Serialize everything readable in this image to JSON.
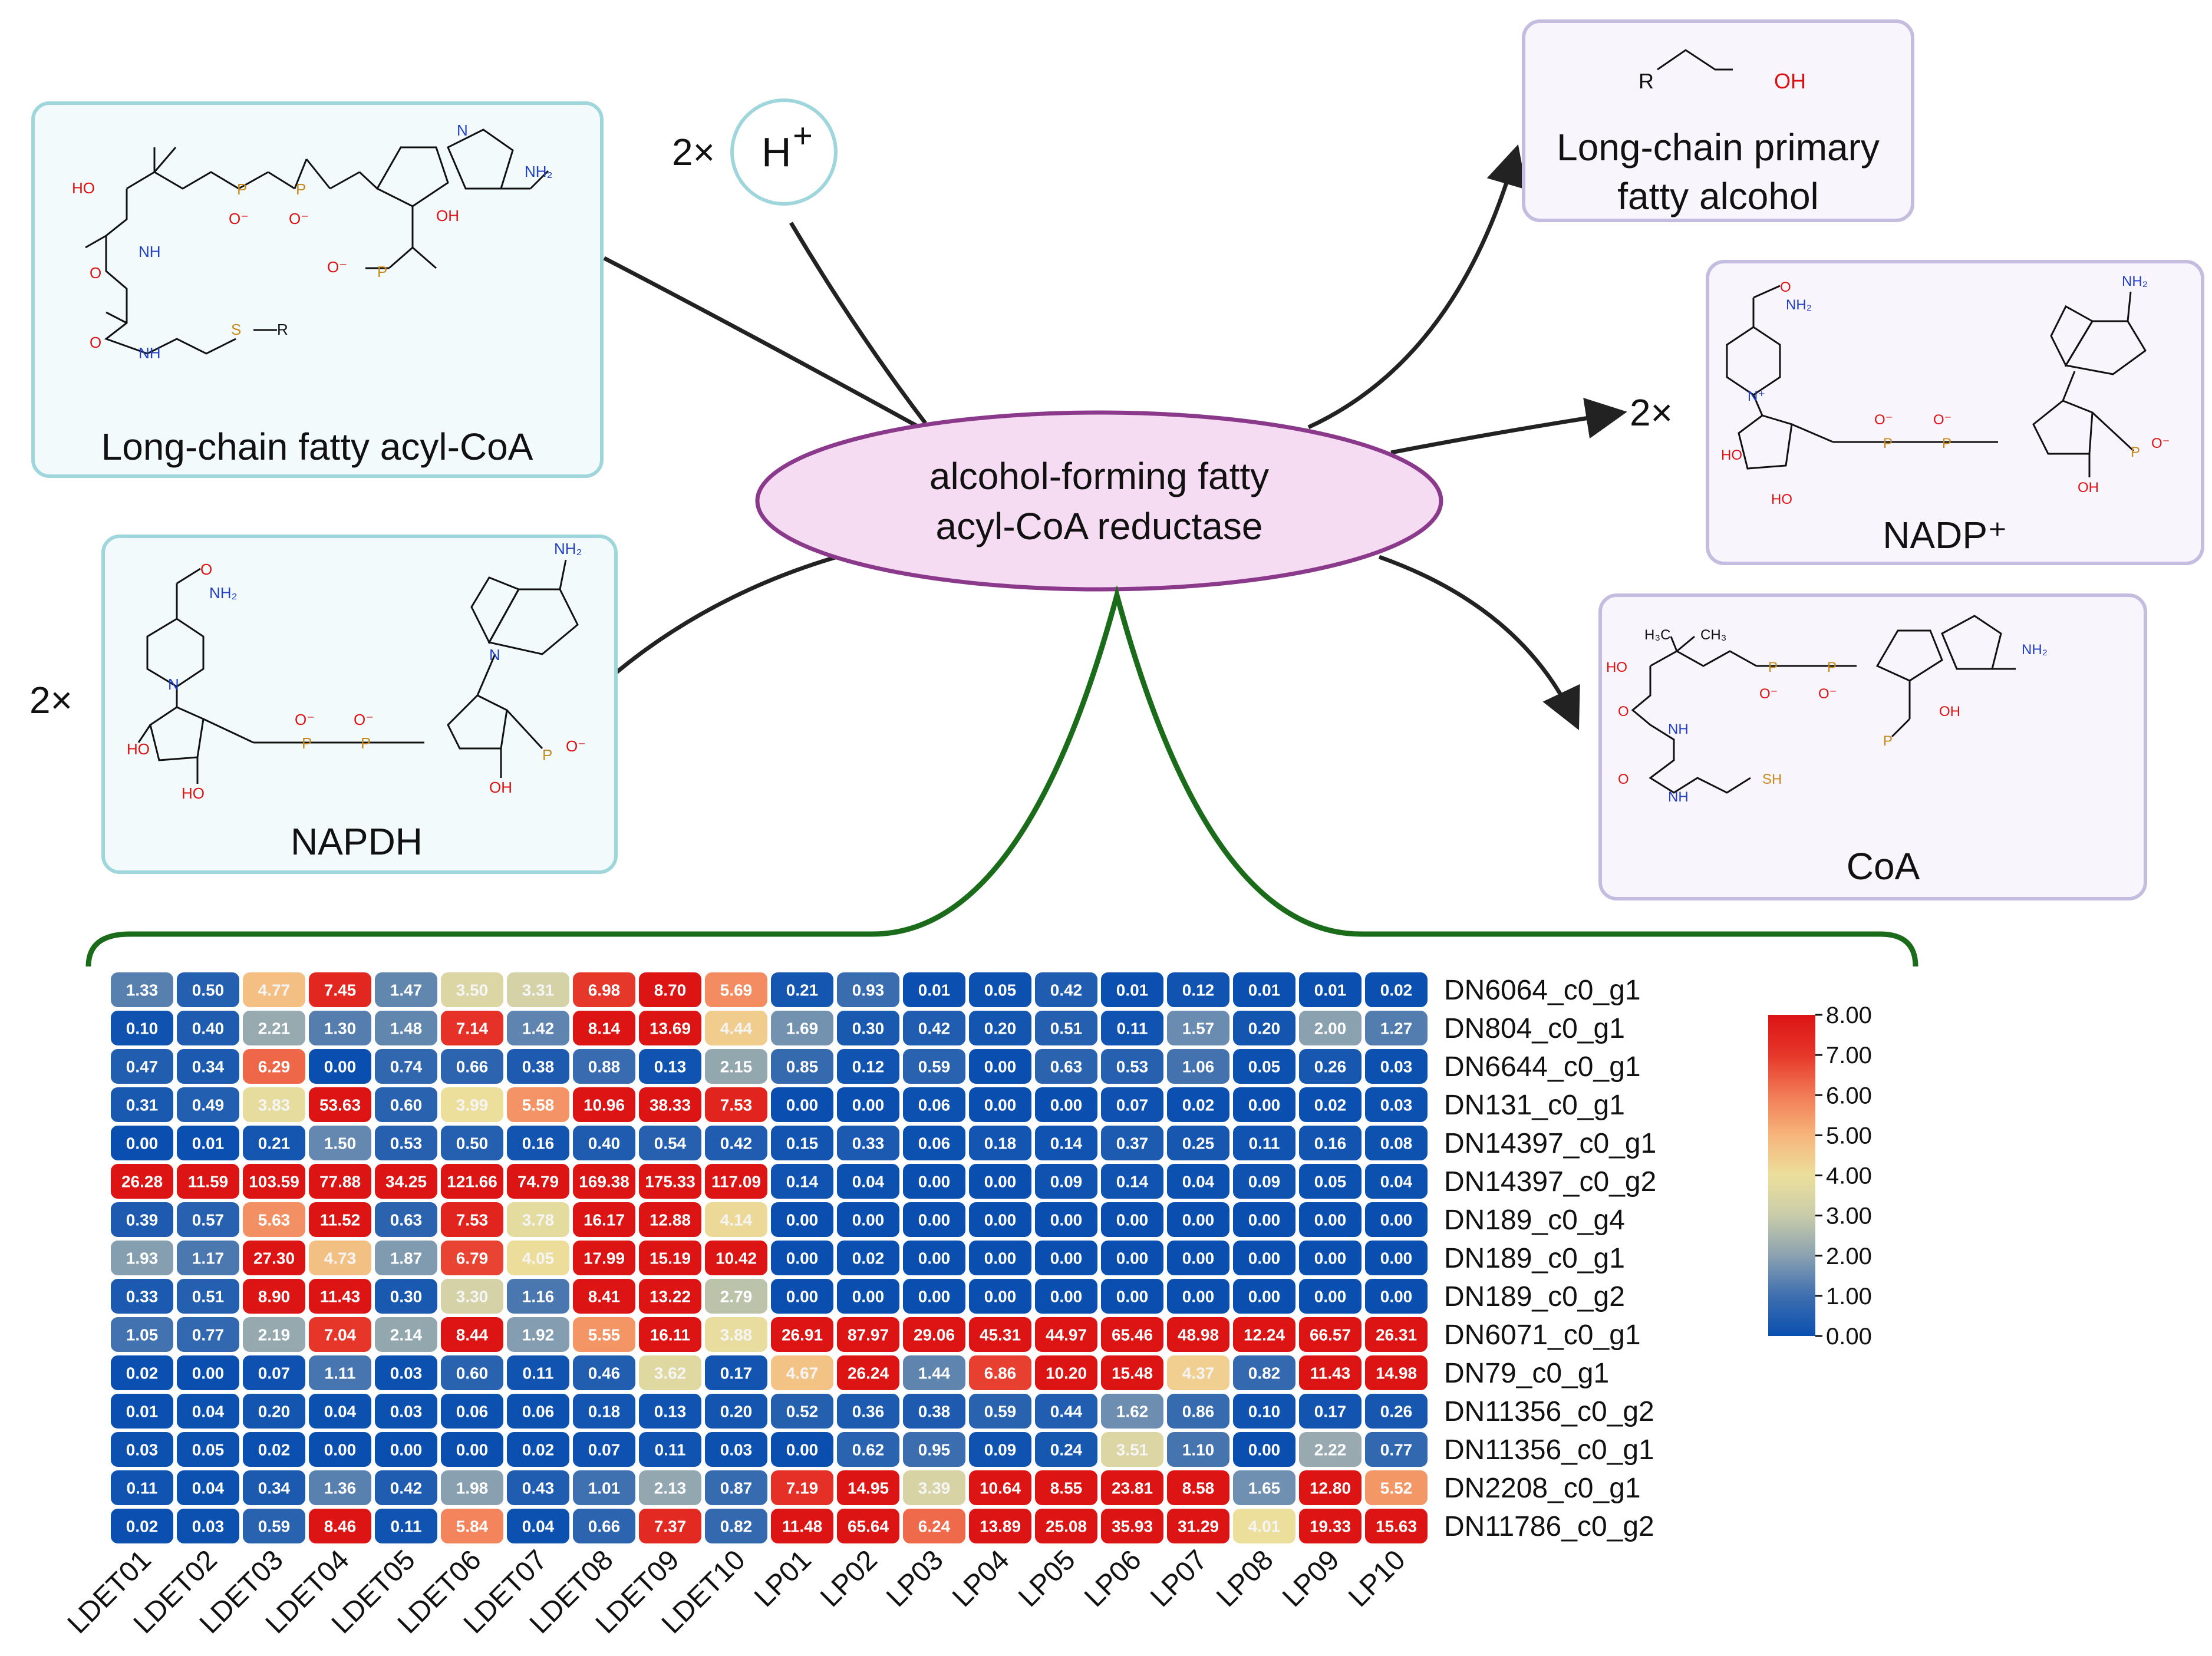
{
  "reaction": {
    "enzyme": {
      "line1": "alcohol-forming fatty",
      "line2": "acyl-CoA reductase"
    },
    "h_coef": "2×",
    "h_label": "H",
    "h_sup": "+",
    "nadph_coef": "2×",
    "nadp_coef": "2×",
    "reactants": {
      "acyl_coa": "Long-chain fatty acyl-CoA",
      "nadph": "NAPDH"
    },
    "products": {
      "alcohol_line1": "Long-chain primary",
      "alcohol_line2": "fatty alcohol",
      "nadp": "NADP⁺",
      "coa": "CoA"
    },
    "atoms": {
      "HO": "HO",
      "OH": "OH",
      "O": "O",
      "P": "P",
      "N": "N",
      "NH": "NH",
      "S": "S",
      "SH": "SH",
      "NH2": "NH₂",
      "R": "R",
      "Ominus": "O⁻",
      "Nplus": "N⁺",
      "H3C": "H₃C",
      "CH3": "CH₃"
    }
  },
  "heatmap": {
    "columns": [
      "LDET01",
      "LDET02",
      "LDET03",
      "LDET04",
      "LDET05",
      "LDET06",
      "LDET07",
      "LDET08",
      "LDET09",
      "LDET10",
      "LP01",
      "LP02",
      "LP03",
      "LP04",
      "LP05",
      "LP06",
      "LP07",
      "LP08",
      "LP09",
      "LP10"
    ],
    "rows": [
      {
        "gene": "DN6064_c0_g1",
        "values": [
          "1.33",
          "0.50",
          "4.77",
          "7.45",
          "1.47",
          "3.50",
          "3.31",
          "6.98",
          "8.70",
          "5.69",
          "0.21",
          "0.93",
          "0.01",
          "0.05",
          "0.42",
          "0.01",
          "0.12",
          "0.01",
          "0.01",
          "0.02"
        ]
      },
      {
        "gene": "DN804_c0_g1",
        "values": [
          "0.10",
          "0.40",
          "2.21",
          "1.30",
          "1.48",
          "7.14",
          "1.42",
          "8.14",
          "13.69",
          "4.44",
          "1.69",
          "0.30",
          "0.42",
          "0.20",
          "0.51",
          "0.11",
          "1.57",
          "0.20",
          "2.00",
          "1.27"
        ]
      },
      {
        "gene": "DN6644_c0_g1",
        "values": [
          "0.47",
          "0.34",
          "6.29",
          "0.00",
          "0.74",
          "0.66",
          "0.38",
          "0.88",
          "0.13",
          "2.15",
          "0.85",
          "0.12",
          "0.59",
          "0.00",
          "0.63",
          "0.53",
          "1.06",
          "0.05",
          "0.26",
          "0.03"
        ]
      },
      {
        "gene": "DN131_c0_g1",
        "values": [
          "0.31",
          "0.49",
          "3.83",
          "53.63",
          "0.60",
          "3.99",
          "5.58",
          "10.96",
          "38.33",
          "7.53",
          "0.00",
          "0.00",
          "0.06",
          "0.00",
          "0.00",
          "0.07",
          "0.02",
          "0.00",
          "0.02",
          "0.03"
        ]
      },
      {
        "gene": "DN14397_c0_g1",
        "values": [
          "0.00",
          "0.01",
          "0.21",
          "1.50",
          "0.53",
          "0.50",
          "0.16",
          "0.40",
          "0.54",
          "0.42",
          "0.15",
          "0.33",
          "0.06",
          "0.18",
          "0.14",
          "0.37",
          "0.25",
          "0.11",
          "0.16",
          "0.08"
        ]
      },
      {
        "gene": "DN14397_c0_g2",
        "values": [
          "26.28",
          "11.59",
          "103.59",
          "77.88",
          "34.25",
          "121.66",
          "74.79",
          "169.38",
          "175.33",
          "117.09",
          "0.14",
          "0.04",
          "0.00",
          "0.00",
          "0.09",
          "0.14",
          "0.04",
          "0.09",
          "0.05",
          "0.04"
        ]
      },
      {
        "gene": "DN189_c0_g4",
        "values": [
          "0.39",
          "0.57",
          "5.63",
          "11.52",
          "0.63",
          "7.53",
          "3.78",
          "16.17",
          "12.88",
          "4.14",
          "0.00",
          "0.00",
          "0.00",
          "0.00",
          "0.00",
          "0.00",
          "0.00",
          "0.00",
          "0.00",
          "0.00"
        ]
      },
      {
        "gene": "DN189_c0_g1",
        "values": [
          "1.93",
          "1.17",
          "27.30",
          "4.73",
          "1.87",
          "6.79",
          "4.05",
          "17.99",
          "15.19",
          "10.42",
          "0.00",
          "0.02",
          "0.00",
          "0.00",
          "0.00",
          "0.00",
          "0.00",
          "0.00",
          "0.00",
          "0.00"
        ]
      },
      {
        "gene": "DN189_c0_g2",
        "values": [
          "0.33",
          "0.51",
          "8.90",
          "11.43",
          "0.30",
          "3.30",
          "1.16",
          "8.41",
          "13.22",
          "2.79",
          "0.00",
          "0.00",
          "0.00",
          "0.00",
          "0.00",
          "0.00",
          "0.00",
          "0.00",
          "0.00",
          "0.00"
        ]
      },
      {
        "gene": "DN6071_c0_g1",
        "values": [
          "1.05",
          "0.77",
          "2.19",
          "7.04",
          "2.14",
          "8.44",
          "1.92",
          "5.55",
          "16.11",
          "3.88",
          "26.91",
          "87.97",
          "29.06",
          "45.31",
          "44.97",
          "65.46",
          "48.98",
          "12.24",
          "66.57",
          "26.31"
        ]
      },
      {
        "gene": "DN79_c0_g1",
        "values": [
          "0.02",
          "0.00",
          "0.07",
          "1.11",
          "0.03",
          "0.60",
          "0.11",
          "0.46",
          "3.62",
          "0.17",
          "4.67",
          "26.24",
          "1.44",
          "6.86",
          "10.20",
          "15.48",
          "4.37",
          "0.82",
          "11.43",
          "14.98"
        ]
      },
      {
        "gene": "DN11356_c0_g2",
        "values": [
          "0.01",
          "0.04",
          "0.20",
          "0.04",
          "0.03",
          "0.06",
          "0.06",
          "0.18",
          "0.13",
          "0.20",
          "0.52",
          "0.36",
          "0.38",
          "0.59",
          "0.44",
          "1.62",
          "0.86",
          "0.10",
          "0.17",
          "0.26"
        ]
      },
      {
        "gene": "DN11356_c0_g1",
        "values": [
          "0.03",
          "0.05",
          "0.02",
          "0.00",
          "0.00",
          "0.00",
          "0.02",
          "0.07",
          "0.11",
          "0.03",
          "0.00",
          "0.62",
          "0.95",
          "0.09",
          "0.24",
          "3.51",
          "1.10",
          "0.00",
          "2.22",
          "0.77"
        ]
      },
      {
        "gene": "DN2208_c0_g1",
        "values": [
          "0.11",
          "0.04",
          "0.34",
          "1.36",
          "0.42",
          "1.98",
          "0.43",
          "1.01",
          "2.13",
          "0.87",
          "7.19",
          "14.95",
          "3.39",
          "10.64",
          "8.55",
          "23.81",
          "8.58",
          "1.65",
          "12.80",
          "5.52"
        ]
      },
      {
        "gene": "DN11786_c0_g2",
        "values": [
          "0.02",
          "0.03",
          "0.59",
          "8.46",
          "0.11",
          "5.84",
          "0.04",
          "0.66",
          "7.37",
          "0.82",
          "11.48",
          "65.64",
          "6.24",
          "13.89",
          "25.08",
          "35.93",
          "31.29",
          "4.01",
          "19.33",
          "15.63"
        ]
      }
    ],
    "colorbar": {
      "ticks": [
        "8.00",
        "7.00",
        "6.00",
        "5.00",
        "4.00",
        "3.00",
        "2.00",
        "1.00",
        "0.00"
      ],
      "min": 0,
      "max": 8,
      "stops": [
        "#0a4fb0",
        "#3e6faf",
        "#8aa1b0",
        "#c9ccaa",
        "#ecdf9c",
        "#f6b57b",
        "#f27b55",
        "#e6362a",
        "#dc1414"
      ]
    }
  },
  "colors": {
    "reactant_border": "#9fd6dc",
    "reactant_fill": "#f2fafc",
    "product_border": "#c4bde0",
    "product_fill": "#f8f5fd",
    "enzyme_border": "#8b3a8b",
    "enzyme_fill": "#f6dcf3",
    "brace": "#1a6b1a"
  }
}
